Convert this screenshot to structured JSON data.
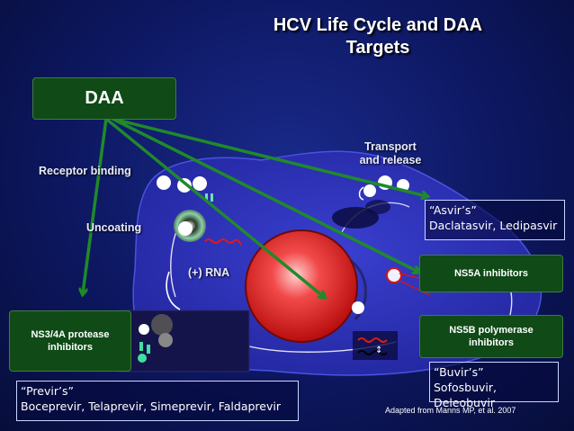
{
  "title_line1": "HCV Life Cycle and DAA",
  "title_line2": "Targets",
  "daa_label": "DAA",
  "labels": {
    "receptor_binding": "Receptor binding",
    "uncoating": "Uncoating",
    "rna": "(+) RNA",
    "transport_line1": "Transport",
    "transport_line2": "and release"
  },
  "targets": {
    "ns34a_line1": "NS3/4A protease",
    "ns34a_line2": "inhibitors",
    "ns5a": "NS5A inhibitors",
    "ns5b_line1": "NS5B polymerase",
    "ns5b_line2": "inhibitors"
  },
  "classes": {
    "asvir_title": "“Asvir’s”",
    "asvir_drugs": "Daclatasvir, Ledipasvir",
    "previr_title": "“Previr’s”",
    "previr_drugs": "Boceprevir, Telaprevir, Simeprevir, Faldaprevir",
    "buvir_title": "“Buvir’s”",
    "buvir_drugs": "Sofosbuvir, Deleobuvir"
  },
  "credit": "Adapted from Manns MP, et al. 2007",
  "colors": {
    "arrow_green": "#1f8a2a",
    "box_green": "#0f4a17",
    "cell_blue": "#2c2fb8",
    "nucleus_red": "#e01818"
  }
}
